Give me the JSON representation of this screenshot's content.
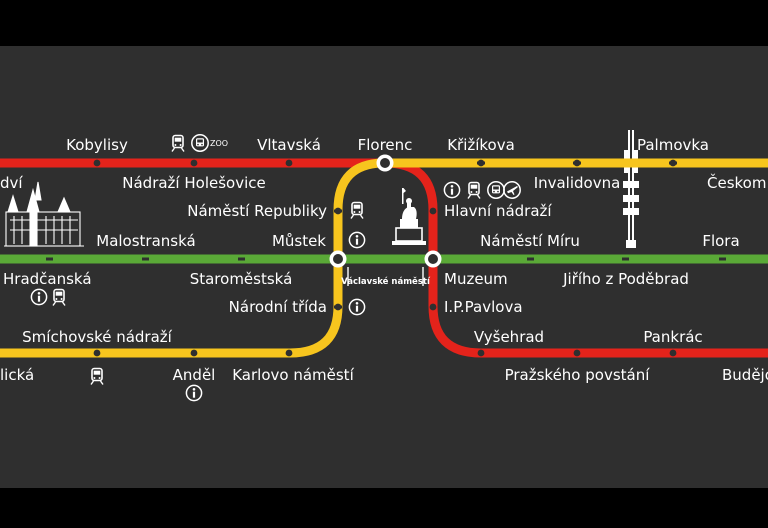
{
  "colors": {
    "background": "#2f2f2f",
    "outer_bars": "#000000",
    "line_red": "#e4231b",
    "line_yellow": "#f7c51e",
    "line_green": "#5aa937",
    "text": "#ffffff",
    "station_dot": "#2f2f2f"
  },
  "stations": {
    "kobylisy": "Kobylisy",
    "nadrazi_holesovice": "Nádraží Holešovice",
    "vltavska": "Vltavská",
    "florenc": "Florenc",
    "krizikova": "Křižíkova",
    "palmovka": "Palmovka",
    "invalidovna": "Invalidovna",
    "ceskom": "Českom",
    "dvi": "dví",
    "namesti_republiky": "Náměstí Republiky",
    "hlavni_nadrazi": "Hlavní nádraží",
    "malostranska": "Malostranská",
    "mustek": "Můstek",
    "namesti_miru": "Náměstí Míru",
    "flora": "Flora",
    "hradcanska": "Hradčanská",
    "staromestska": "Staroměstská",
    "muzeum": "Muzeum",
    "jiriho_z_podebrad": "Jiřího z Poděbrad",
    "narodni_trida": "Národní třída",
    "ip_pavlova": "I.P.Pavlova",
    "smichovske_nadrazi": "Smíchovské nádraží",
    "vysehrad": "Vyšehrad",
    "pankrac": "Pankrác",
    "licka": "lická",
    "andel": "Anděl",
    "karlovo_namesti": "Karlovo náměstí",
    "prazskeho_povstani": "Pražského povstání",
    "budejo": "Budějo"
  },
  "labels": {
    "zoo": "ZOO",
    "vaclavske_namesti": "Václavské náměstí"
  },
  "icons": [
    "train-icon",
    "bus-icon",
    "info-icon",
    "airplane-icon",
    "cathedral-icon",
    "tv-tower-icon",
    "statue-icon"
  ]
}
